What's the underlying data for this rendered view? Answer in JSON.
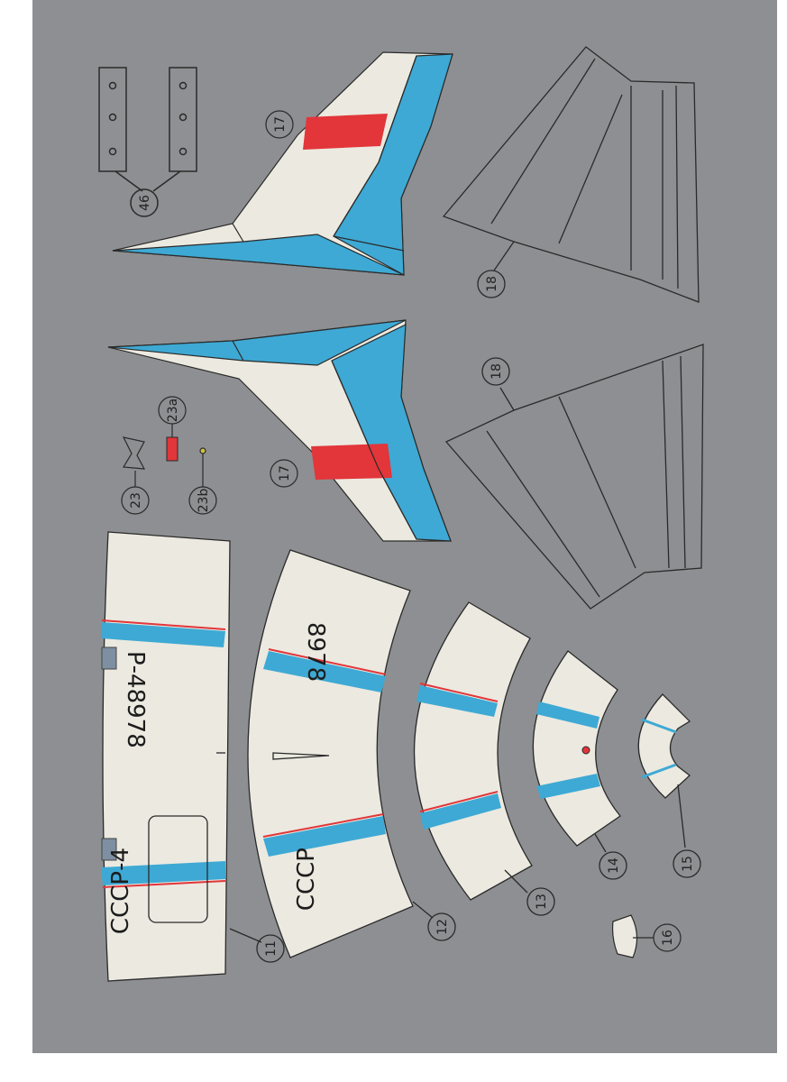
{
  "colors": {
    "sheet": "#8e8f92",
    "paper": "#ece9e0",
    "blue": "#3ea9d4",
    "red": "#e2363a",
    "ink": "#2a2a2a",
    "window": "#7d8fa0"
  },
  "part_labels": {
    "p46": "46",
    "p17a": "17",
    "p17b": "17",
    "p18a": "18",
    "p18b": "18",
    "p23": "23",
    "p23a": "23a",
    "p23b": "23b",
    "p11": "11",
    "p12": "12",
    "p13": "13",
    "p14": "14",
    "p15": "15",
    "p16": "16"
  },
  "markings": {
    "reg_a": "СССР-4",
    "reg_b": "Р-48978",
    "reg_c": "СССР",
    "reg_d": "8978"
  }
}
